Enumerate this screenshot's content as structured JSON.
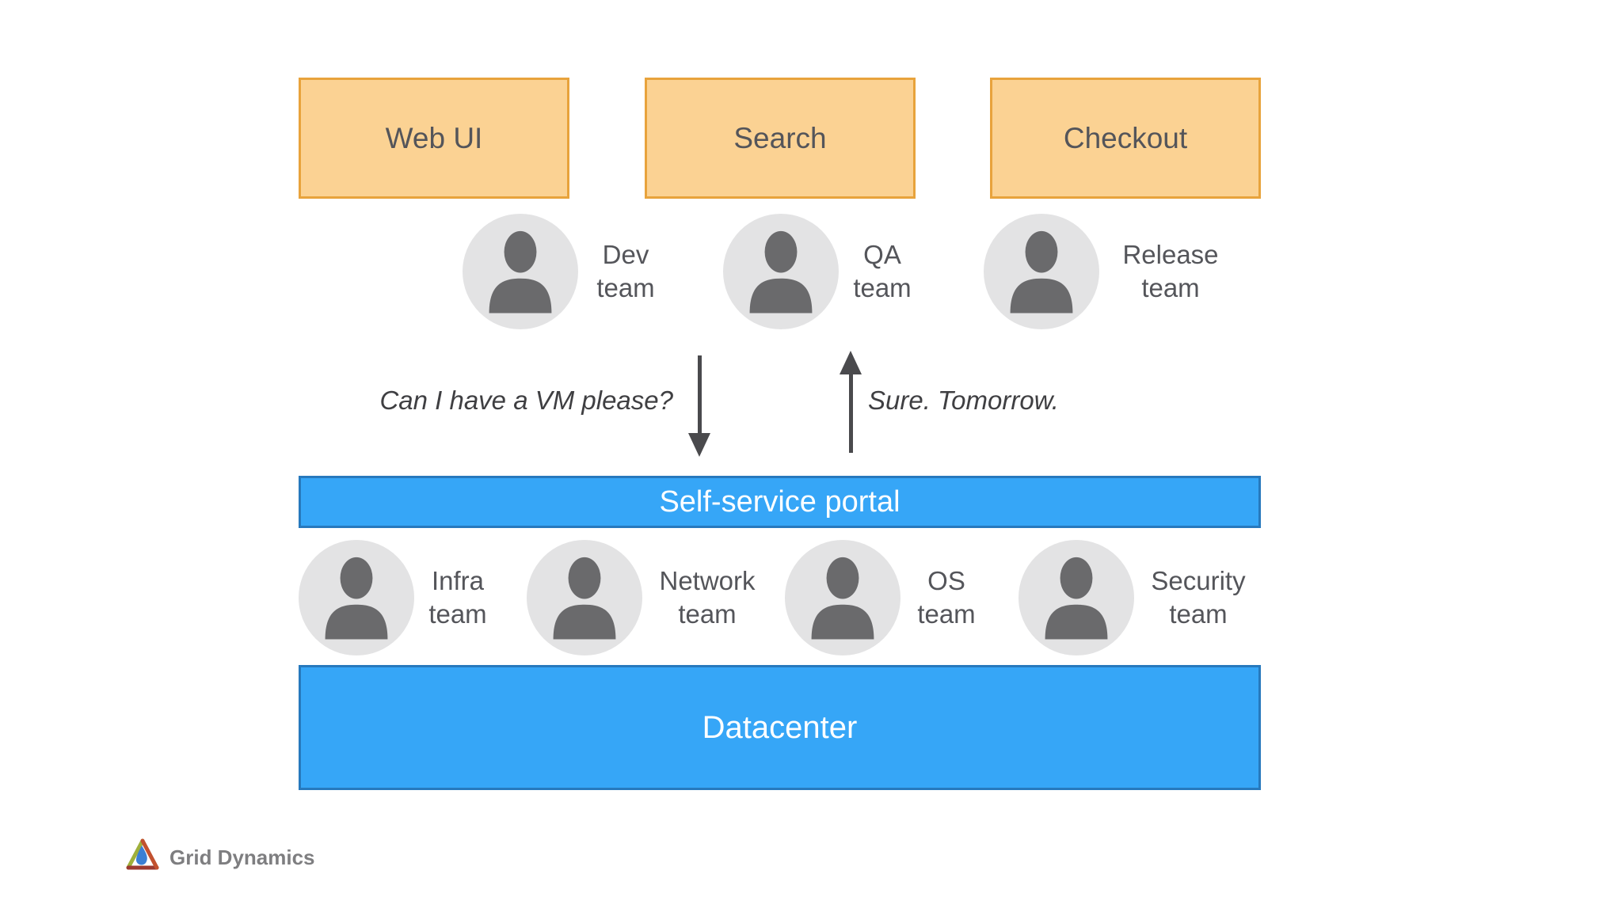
{
  "slide": {
    "background": "#ffffff"
  },
  "colors": {
    "slide-bg": "#ffffff",
    "service-fill": "#fbd293",
    "service-border": "#e8a33c",
    "bar-fill": "#36a6f7",
    "bar-border": "#2779bd",
    "bar-text": "#ffffff",
    "avatar-bg": "#e3e3e4",
    "avatar-person": "#6a6a6c",
    "label-text": "#54555a",
    "annotation-text": "#3f3f42",
    "arrow": "#4a4a4d",
    "brand-text": "#7e7e80"
  },
  "services": [
    {
      "label": "Web UI"
    },
    {
      "label": "Search"
    },
    {
      "label": "Checkout"
    }
  ],
  "top_teams": [
    {
      "name": "Dev\nteam"
    },
    {
      "name": "QA\nteam"
    },
    {
      "name": "Release\nteam"
    }
  ],
  "annotations": {
    "request": "Can I have a VM please?",
    "response": "Sure. Tomorrow."
  },
  "portal": {
    "label": "Self-service portal"
  },
  "bottom_teams": [
    {
      "name": "Infra\nteam"
    },
    {
      "name": "Network\nteam"
    },
    {
      "name": "OS\nteam"
    },
    {
      "name": "Security\nteam"
    }
  ],
  "datacenter": {
    "label": "Datacenter"
  },
  "footer": {
    "brand": "Grid Dynamics"
  }
}
